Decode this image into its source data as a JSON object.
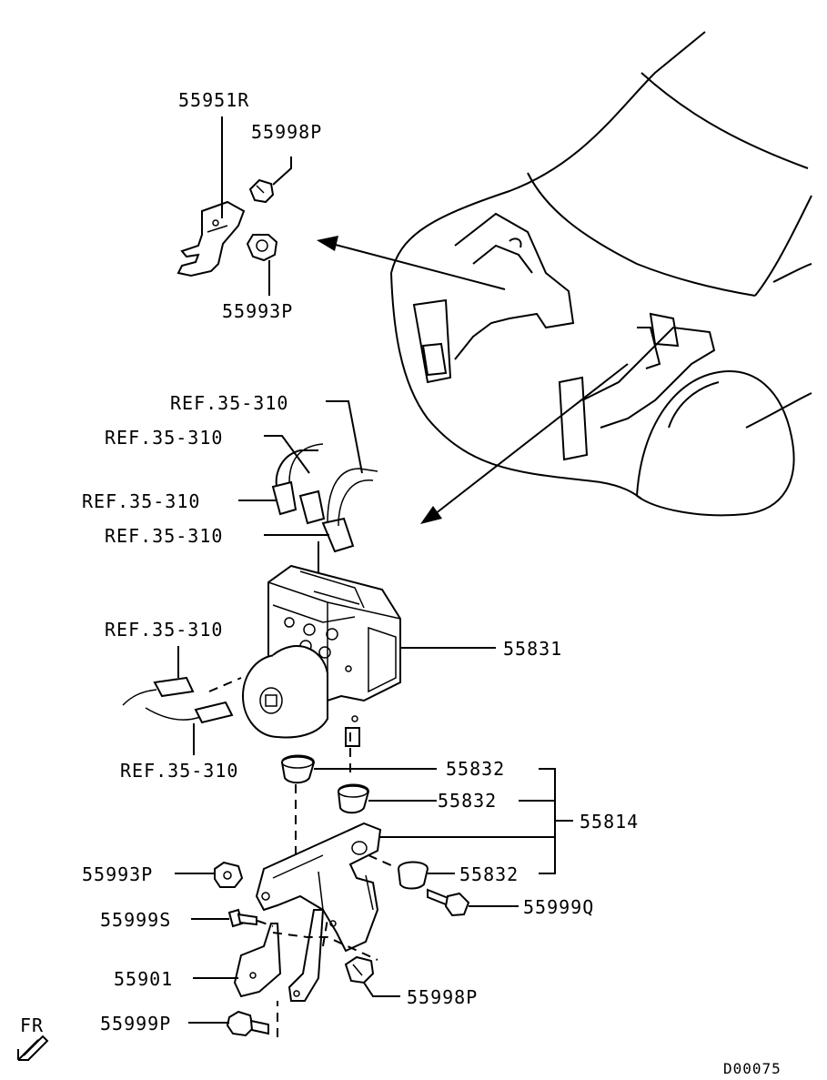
{
  "labels": {
    "p55951R": "55951R",
    "p55998P_top": "55998P",
    "p55993P_top": "55993P",
    "ref1": "REF.35-310",
    "ref2": "REF.35-310",
    "ref3": "REF.35-310",
    "ref4": "REF.35-310",
    "ref5": "REF.35-310",
    "ref6": "REF.35-310",
    "p55831": "55831",
    "p55832_a": "55832",
    "p55832_b": "55832",
    "p55832_c": "55832",
    "p55814": "55814",
    "p55993P_bot": "55993P",
    "p55999S": "55999S",
    "p55999Q": "55999Q",
    "p55901": "55901",
    "p55998P_bot": "55998P",
    "p55999P": "55999P",
    "fr": "FR",
    "drawing_code": "D00075"
  },
  "icons": [
    "car-body-outline",
    "abs-hydraulic-unit",
    "front-arrow-icon"
  ]
}
